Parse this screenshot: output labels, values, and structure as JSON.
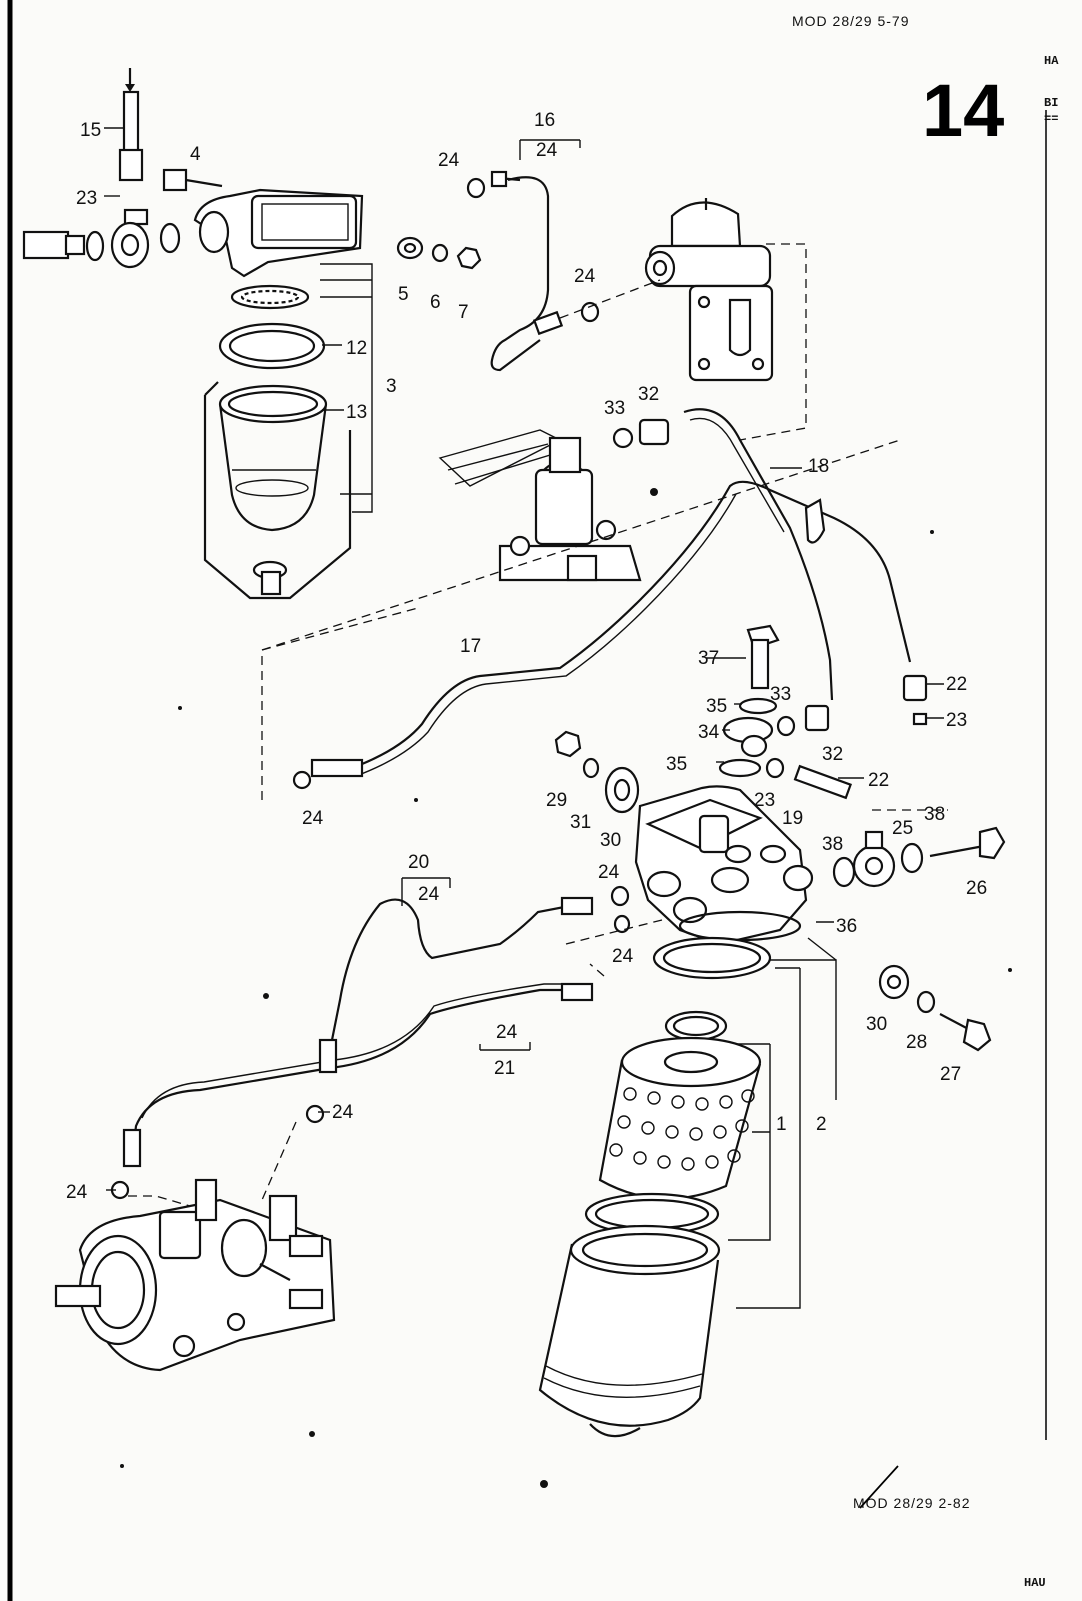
{
  "header": {
    "model_top": "MOD 28/29  5-79",
    "page_number": "14",
    "model_bottom": "MOD 28/29  2-82"
  },
  "edge_text": {
    "top_right": "HA",
    "right_mid": "BI",
    "bottom_right": "HAU"
  },
  "callouts": {
    "c1": "1",
    "c2": "2",
    "c3": "3",
    "c4": "4",
    "c5": "5",
    "c6": "6",
    "c7": "7",
    "c12": "12",
    "c13": "13",
    "c15": "15",
    "c16": "16",
    "c17": "17",
    "c18": "18",
    "c19": "19",
    "c20": "20",
    "c21": "21",
    "c22a": "22",
    "c22b": "22",
    "c23a": "23",
    "c23b": "23",
    "c23c": "23",
    "c24a": "24",
    "c24b": "24",
    "c24c": "24",
    "c24d": "24",
    "c24e": "24",
    "c24f": "24",
    "c24g": "24",
    "c24h": "24",
    "c24i": "24",
    "c24j": "24",
    "c25": "25",
    "c26": "26",
    "c27": "27",
    "c28": "28",
    "c29": "29",
    "c30a": "30",
    "c30b": "30",
    "c31": "31",
    "c32a": "32",
    "c32b": "32",
    "c33a": "33",
    "c33b": "33",
    "c34": "34",
    "c35a": "35",
    "c35b": "35",
    "c36": "36",
    "c37": "37",
    "c38a": "38",
    "c38b": "38"
  }
}
